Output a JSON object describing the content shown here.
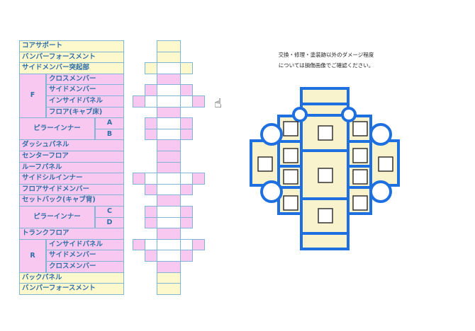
{
  "table": {
    "rows": [
      {
        "label": "コアサポート",
        "color": "y"
      },
      {
        "label": "バンパーフォースメント",
        "color": "y"
      },
      {
        "label": "サイドメンバー突起部",
        "color": "y"
      }
    ],
    "front": {
      "group": "F",
      "items": [
        "クロスメンバー",
        "サイドメンバー",
        "インサイドパネル",
        "フロア(キャブ床)"
      ]
    },
    "pillar_front": {
      "label": "ピラーインナー",
      "items": [
        "A",
        "B"
      ]
    },
    "middle": [
      "ダッシュパネル",
      "センターフロア",
      "ルーフパネル",
      "サイドシルインナー",
      "フロアサイドメンバー",
      "セットバック(キャブ背)"
    ],
    "pillar_rear": {
      "label": "ピラーインナー",
      "items": [
        "C",
        "D"
      ]
    },
    "trunk": "トランクフロア",
    "rear": {
      "group": "R",
      "items": [
        "インサイドパネル",
        "サイドメンバー",
        "クロスメンバー"
      ]
    },
    "bottom": [
      "バックパネル",
      "バンパーフォースメント"
    ]
  },
  "note": {
    "line1": "交換・修理・塗装跡以外のダメージ程度",
    "line2": "については損傷画像でご確認ください。"
  },
  "colors": {
    "yellow": "#fdf9cc",
    "pink": "#f9c8f0",
    "blue": "#1e6fe0",
    "panel": "#f8f3cc"
  }
}
